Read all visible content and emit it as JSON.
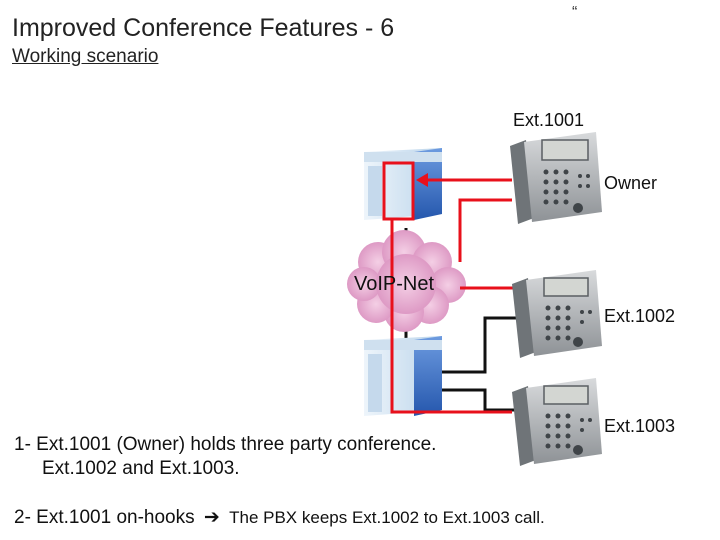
{
  "title": "Improved Conference Features - 6",
  "quote_mark": "“",
  "subtitle": "Working scenario",
  "phones": [
    {
      "label": "Ext.1001",
      "role_label": "Owner"
    },
    {
      "label": "Ext.1002"
    },
    {
      "label": "Ext.1003"
    }
  ],
  "network_label": "VoIP-Net",
  "notes": {
    "note1_line1": "1- Ext.1001 (Owner) holds three party conference.",
    "note1_line2": "Ext.1002 and Ext.1003.",
    "note2_part1": "2- Ext.1001 on-hooks",
    "note2_arrow": "➔",
    "note2_part2": "The PBX keeps Ext.1002 to Ext.1003 call."
  },
  "colors": {
    "call_path": "#e8101b",
    "line": "#111111",
    "cloud": "#e7a8cf",
    "pbx_top": "#d8e8f4",
    "pbx_side": "#2f63b8"
  }
}
